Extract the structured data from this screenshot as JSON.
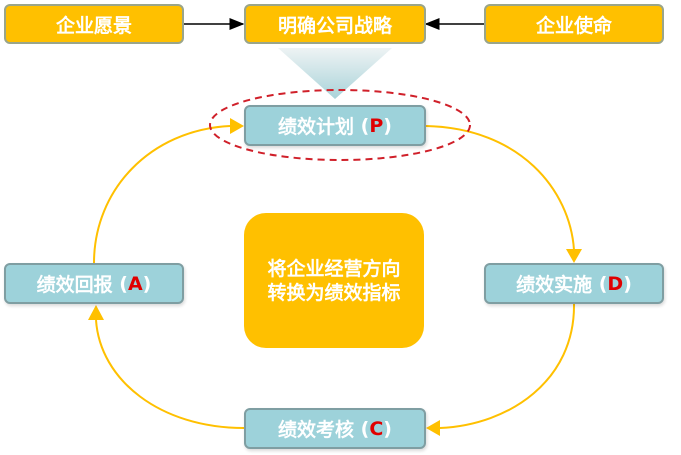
{
  "top_row": {
    "vision": "企业愿景",
    "strategy": "明确公司战略",
    "mission": "企业使命"
  },
  "cycle": {
    "plan": {
      "label": "绩效计划",
      "letter": "P"
    },
    "do": {
      "label": "绩效实施",
      "letter": "D"
    },
    "check": {
      "label": "绩效考核",
      "letter": "C"
    },
    "act": {
      "label": "绩效回报",
      "letter": "A"
    }
  },
  "center_text": "将企业经营方向转换为绩效指标",
  "colors": {
    "yellow": "#ffc000",
    "teal": "#9dd2da",
    "accent_red": "#e00000",
    "arrow": "#ffc000",
    "dashed_ellipse": "#d0202a"
  }
}
